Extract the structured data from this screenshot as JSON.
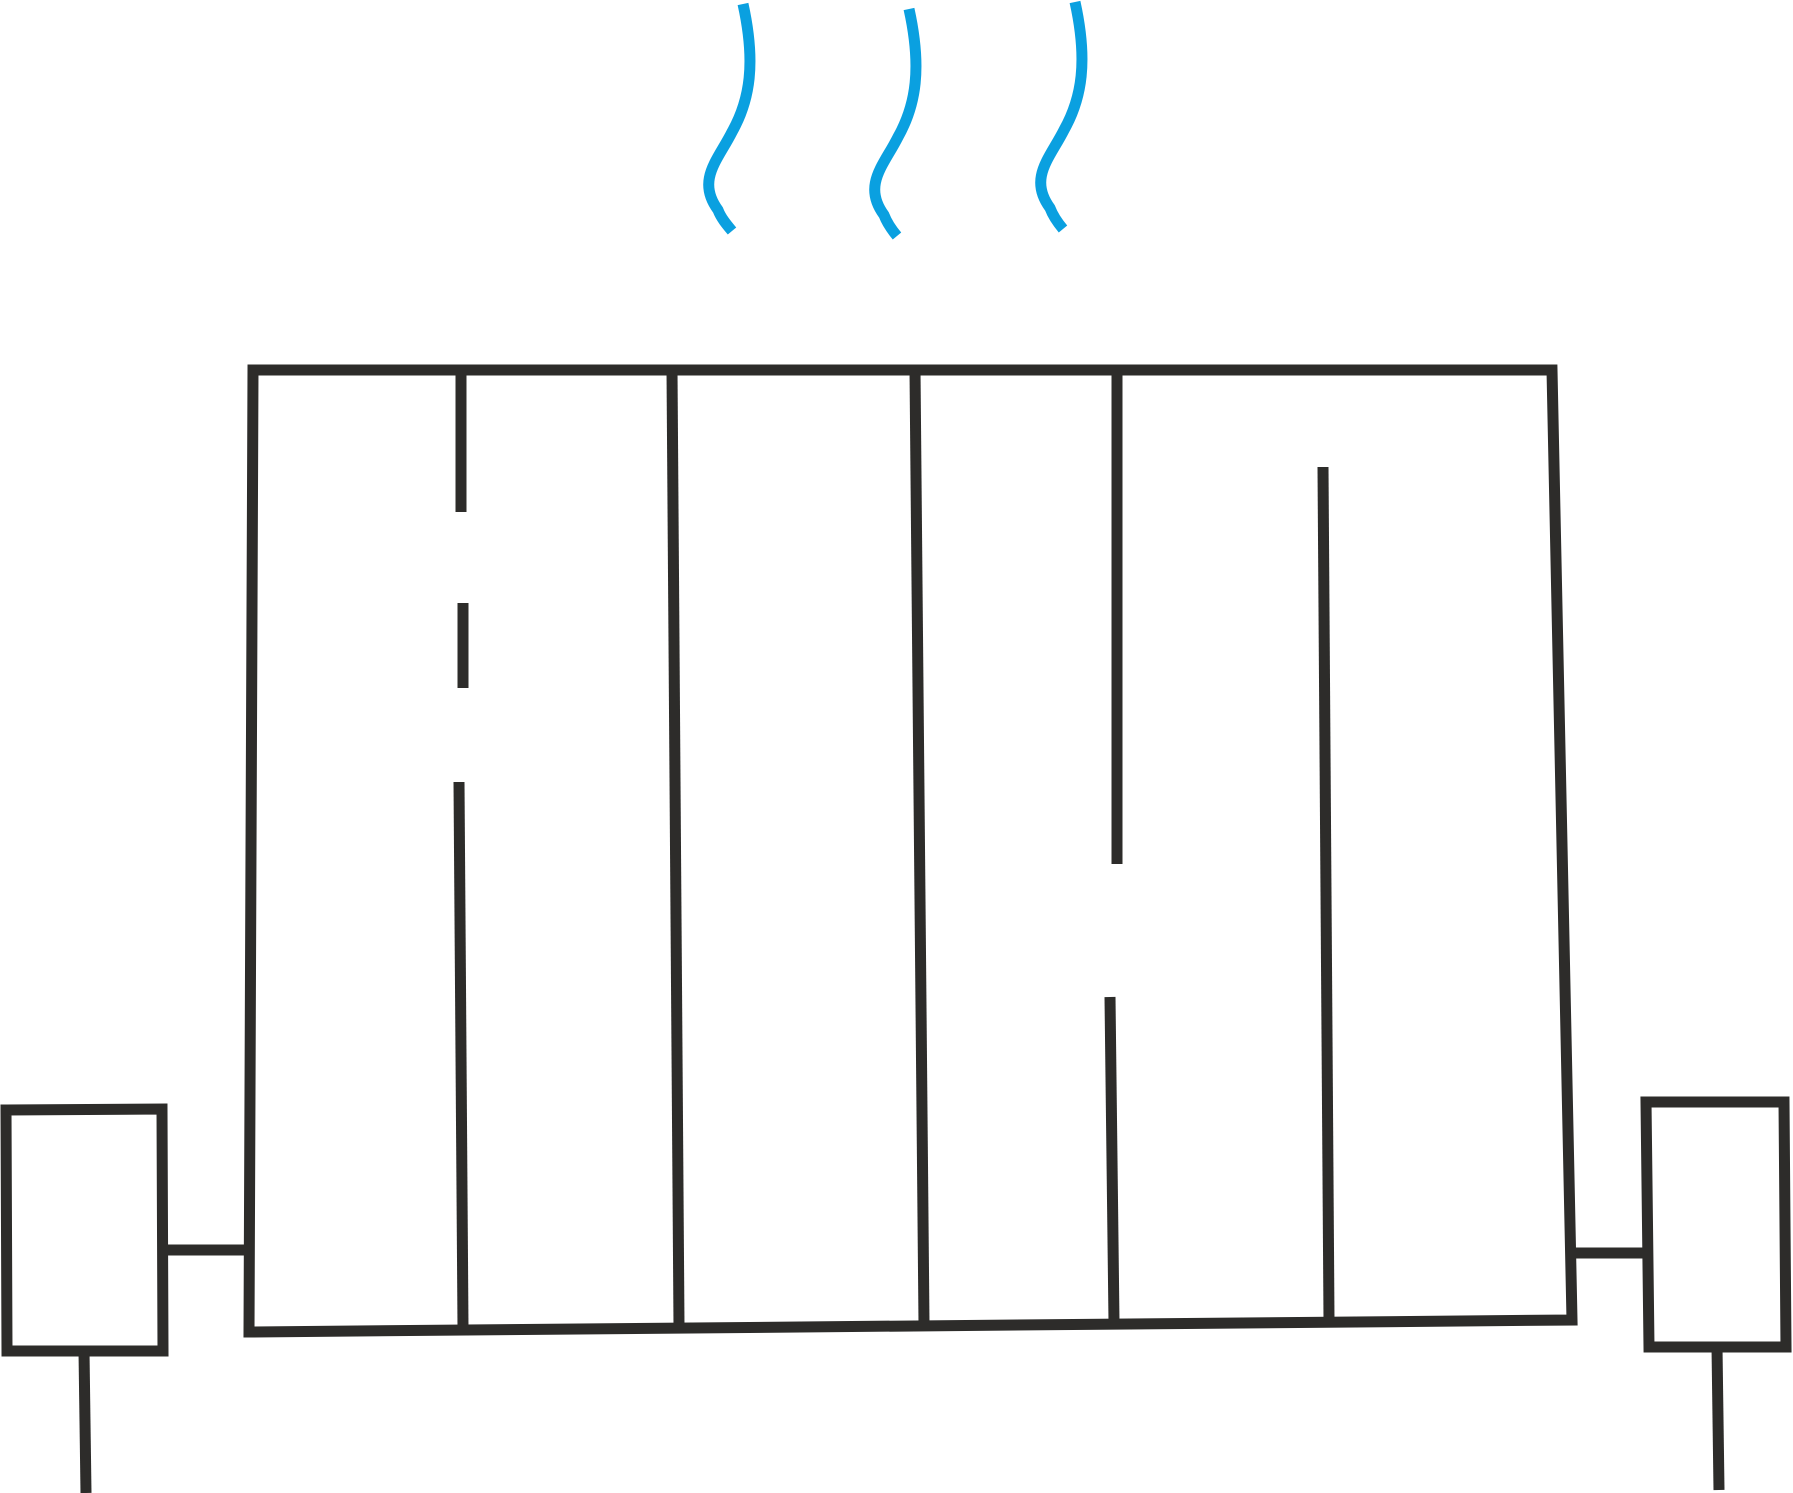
{
  "illustration": {
    "subject": "radiator-heating-icon",
    "colors": {
      "outline": "#2d2c2a",
      "heat_waves": "#0aa0e0",
      "background": "#ffffff"
    },
    "heat_wave_count": 3,
    "radiator_section_count": 6,
    "side_valve_count": 2
  }
}
